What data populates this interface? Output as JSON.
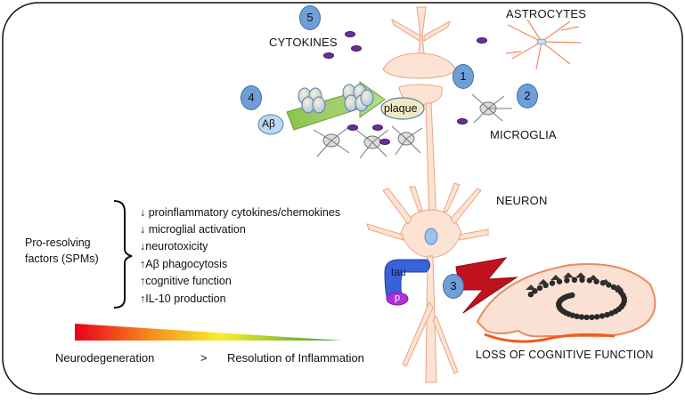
{
  "labels": {
    "cytokines": "CYTOKINES",
    "astrocytes": "ASTROCYTES",
    "microglia": "MICROGLIA",
    "neuron": "NEURON",
    "abeta": "Aβ",
    "plaque": "plaque",
    "tau": "tau",
    "p": "p",
    "loss": "LOSS OF COGNITIVE FUNCTION"
  },
  "markers": [
    "1",
    "2",
    "3",
    "4",
    "5"
  ],
  "spm": {
    "title_line1": "Pro-resolving",
    "title_line2": "factors (SPMs)",
    "effects": [
      "↓ proinflammatory cytokines/chemokines",
      "↓ microglial activation",
      "↓neurotoxicity",
      "↑Aβ phagocytosis",
      "↑cognitive function",
      "↑IL-10 production"
    ]
  },
  "scale": {
    "left": "Neurodegeneration",
    "symbol": ">",
    "right": "Resolution of Inflammation",
    "colors": [
      "#e8001b",
      "#f7931e",
      "#f6ef2f",
      "#2e9a3c"
    ]
  }
}
